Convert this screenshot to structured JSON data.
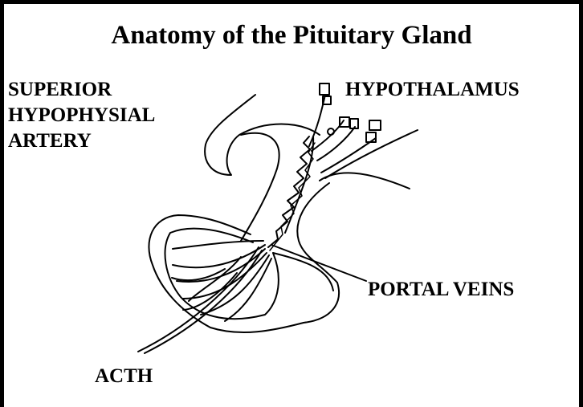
{
  "title": "Anatomy of the Pituitary Gland",
  "labels": {
    "superior_line1": "SUPERIOR",
    "superior_line2": "HYPOPHYSIAL",
    "superior_line3": "ARTERY",
    "hypothalamus": "HYPOTHALAMUS",
    "portal_veins": "PORTAL VEINS",
    "acth": "ACTH"
  }
}
